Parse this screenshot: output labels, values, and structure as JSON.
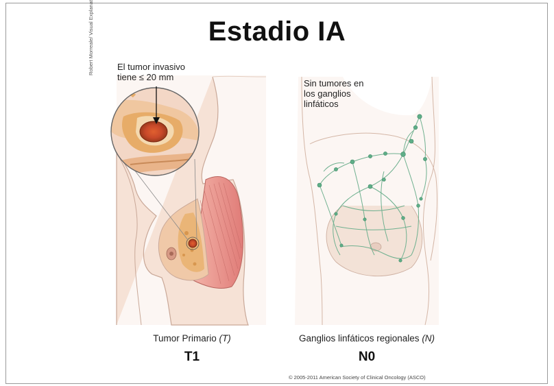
{
  "title": "Estadio IA",
  "credit": "Robert Morreale/ Visual Explanations, LLC",
  "left_panel": {
    "callout_line1": "El tumor invasivo",
    "callout_line2": "tiene ≤ 20 mm",
    "caption": "Tumor Primario",
    "caption_code": "(T)",
    "stage": "T1"
  },
  "right_panel": {
    "callout_line1": "Sin tumores en",
    "callout_line2": "los ganglios",
    "callout_line3": "linfáticos",
    "caption": "Ganglios linfáticos regionales",
    "caption_code": "(N)",
    "stage": "N0"
  },
  "copyright": "© 2005-2011 American Society of Clinical Oncology (ASCO)",
  "colors": {
    "skin": "#f6e2d6",
    "skin_line": "#c9a898",
    "tumor": "#c8492a",
    "muscle": "#e58a86",
    "lymph": "#5fae88"
  }
}
